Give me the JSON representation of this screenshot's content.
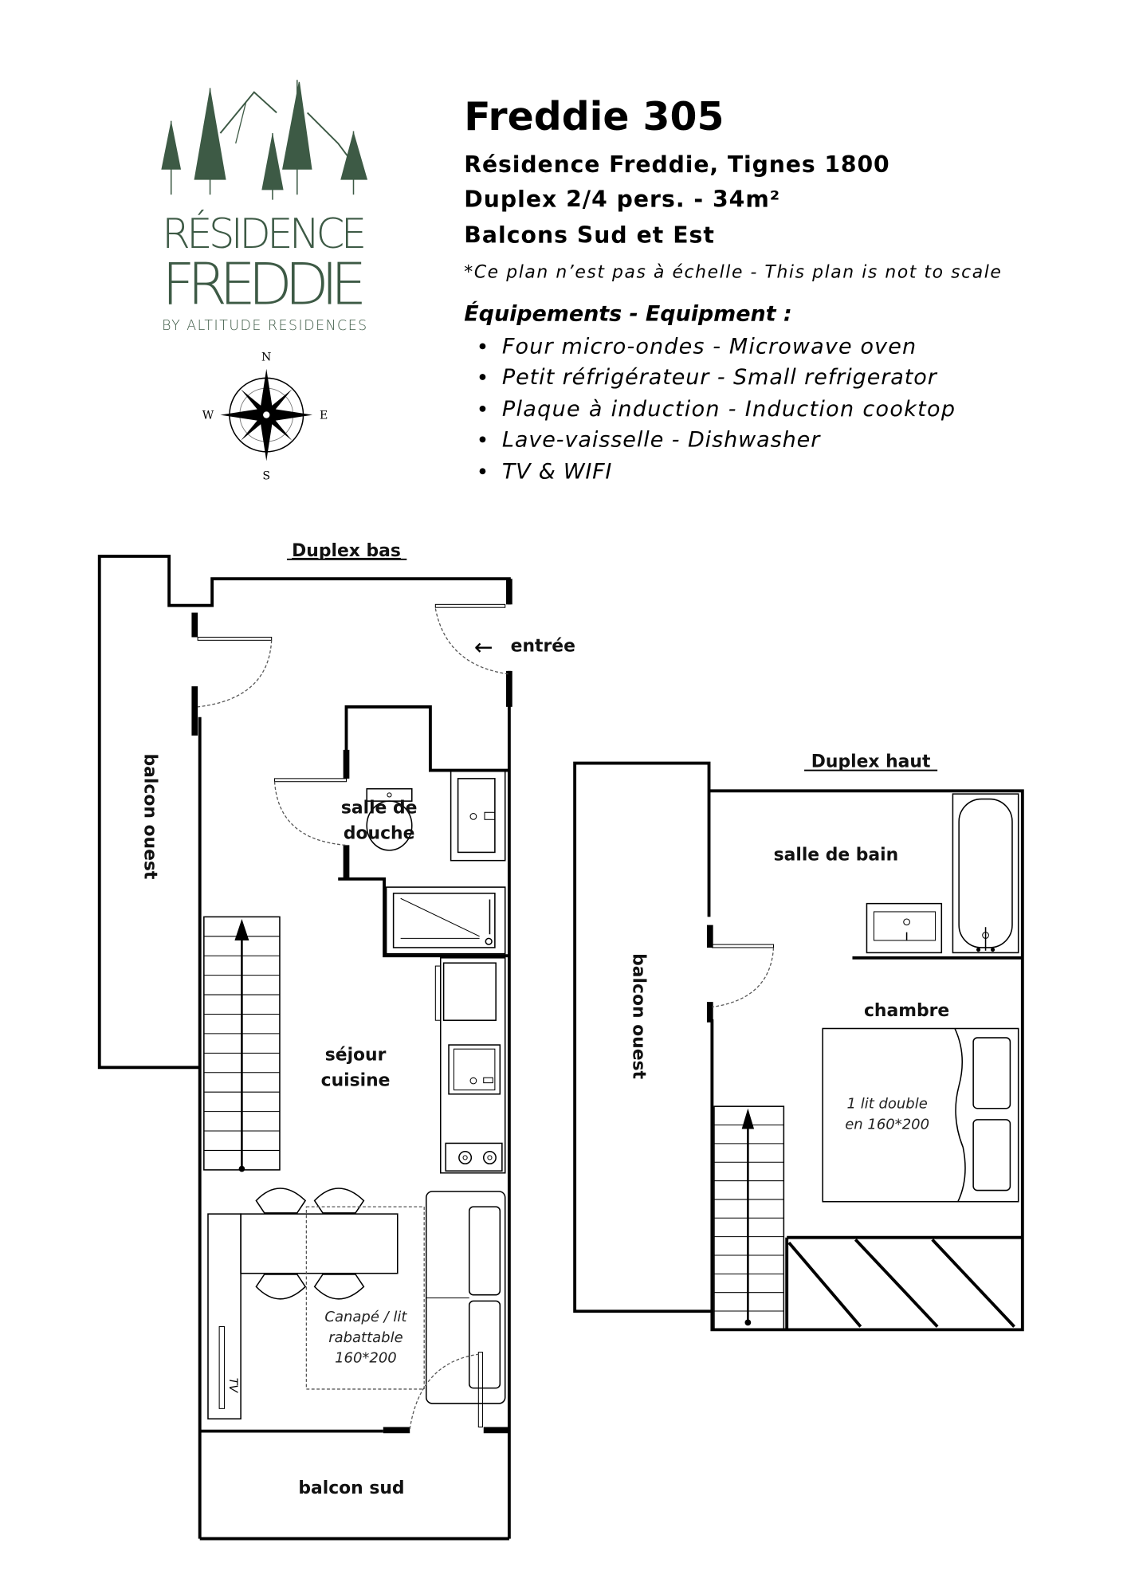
{
  "header": {
    "title": "Freddie 305",
    "line1": "Résidence Freddie, Tignes 1800",
    "line2": "Duplex 2/4 pers. - 34m²",
    "line3": "Balcons Sud et Est",
    "note": "*Ce plan n’est pas à échelle - This plan is not to scale",
    "equipment_heading": "Équipements - Equipment :",
    "equipment": [
      "Four micro-ondes - Microwave oven",
      "Petit réfrigérateur - Small refrigerator",
      "Plaque à induction - Induction cooktop",
      "Lave-vaisselle - Dishwasher",
      "TV & WIFI"
    ]
  },
  "logo": {
    "line1": "RÉSIDENCE",
    "line2": "FREDDIE",
    "line3": "BY ALTITUDE RESIDENCES",
    "color": "#3d5a45"
  },
  "compass": {
    "n": "N",
    "s": "S",
    "e": "E",
    "w": "W"
  },
  "plan_bas": {
    "title": "Duplex bas",
    "entree": "entrée",
    "salle_de_douche": [
      "salle de",
      "douche"
    ],
    "sejour": [
      "séjour",
      "cuisine"
    ],
    "canape": [
      "Canapé / lit",
      "rabattable",
      "160*200"
    ],
    "tv": "TV",
    "balcon_ouest": "balcon ouest",
    "balcon_sud": "balcon sud"
  },
  "plan_haut": {
    "title": "Duplex haut",
    "salle_de_bain": "salle de bain",
    "chambre": "chambre",
    "lit": [
      "1 lit double",
      "en 160*200"
    ],
    "balcon_ouest": "balcon ouest"
  }
}
